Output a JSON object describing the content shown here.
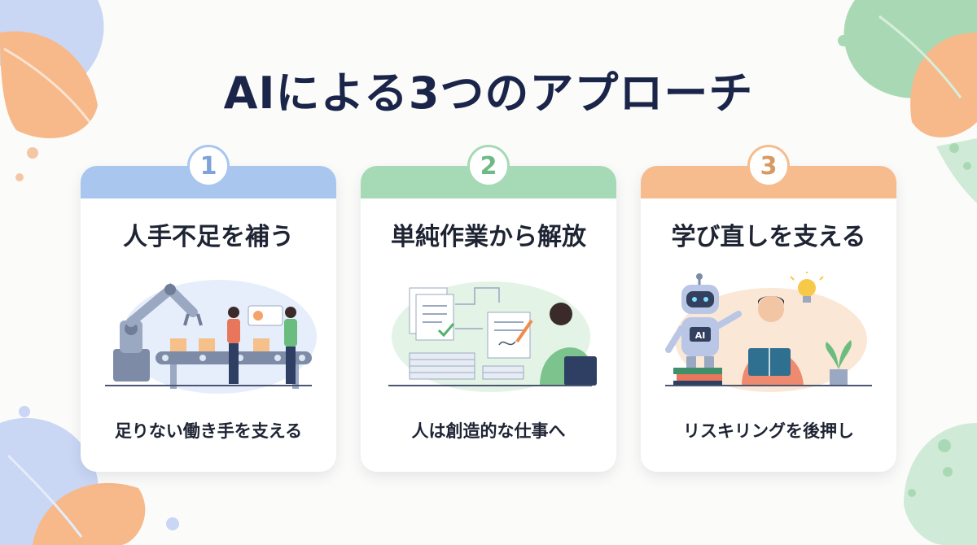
{
  "title": "AIによる3つのアプローチ",
  "cards": [
    {
      "number": "1",
      "heading": "人手不足を補う",
      "caption": "足りない働き手を支える",
      "accent": "#a9c6ee",
      "badge_text": "#7ea3d8",
      "icon": "robot-arm-conveyor-illustration"
    },
    {
      "number": "2",
      "heading": "単純作業から解放",
      "caption": "人は創造的な仕事へ",
      "accent": "#a6d9b5",
      "badge_text": "#6cba86",
      "icon": "document-automation-illustration"
    },
    {
      "number": "3",
      "heading": "学び直しを支える",
      "caption": "リスキリングを後押し",
      "accent": "#f6bc8e",
      "badge_text": "#d79a64",
      "icon": "ai-robot-tutor-illustration"
    }
  ],
  "robot_label": "AI"
}
